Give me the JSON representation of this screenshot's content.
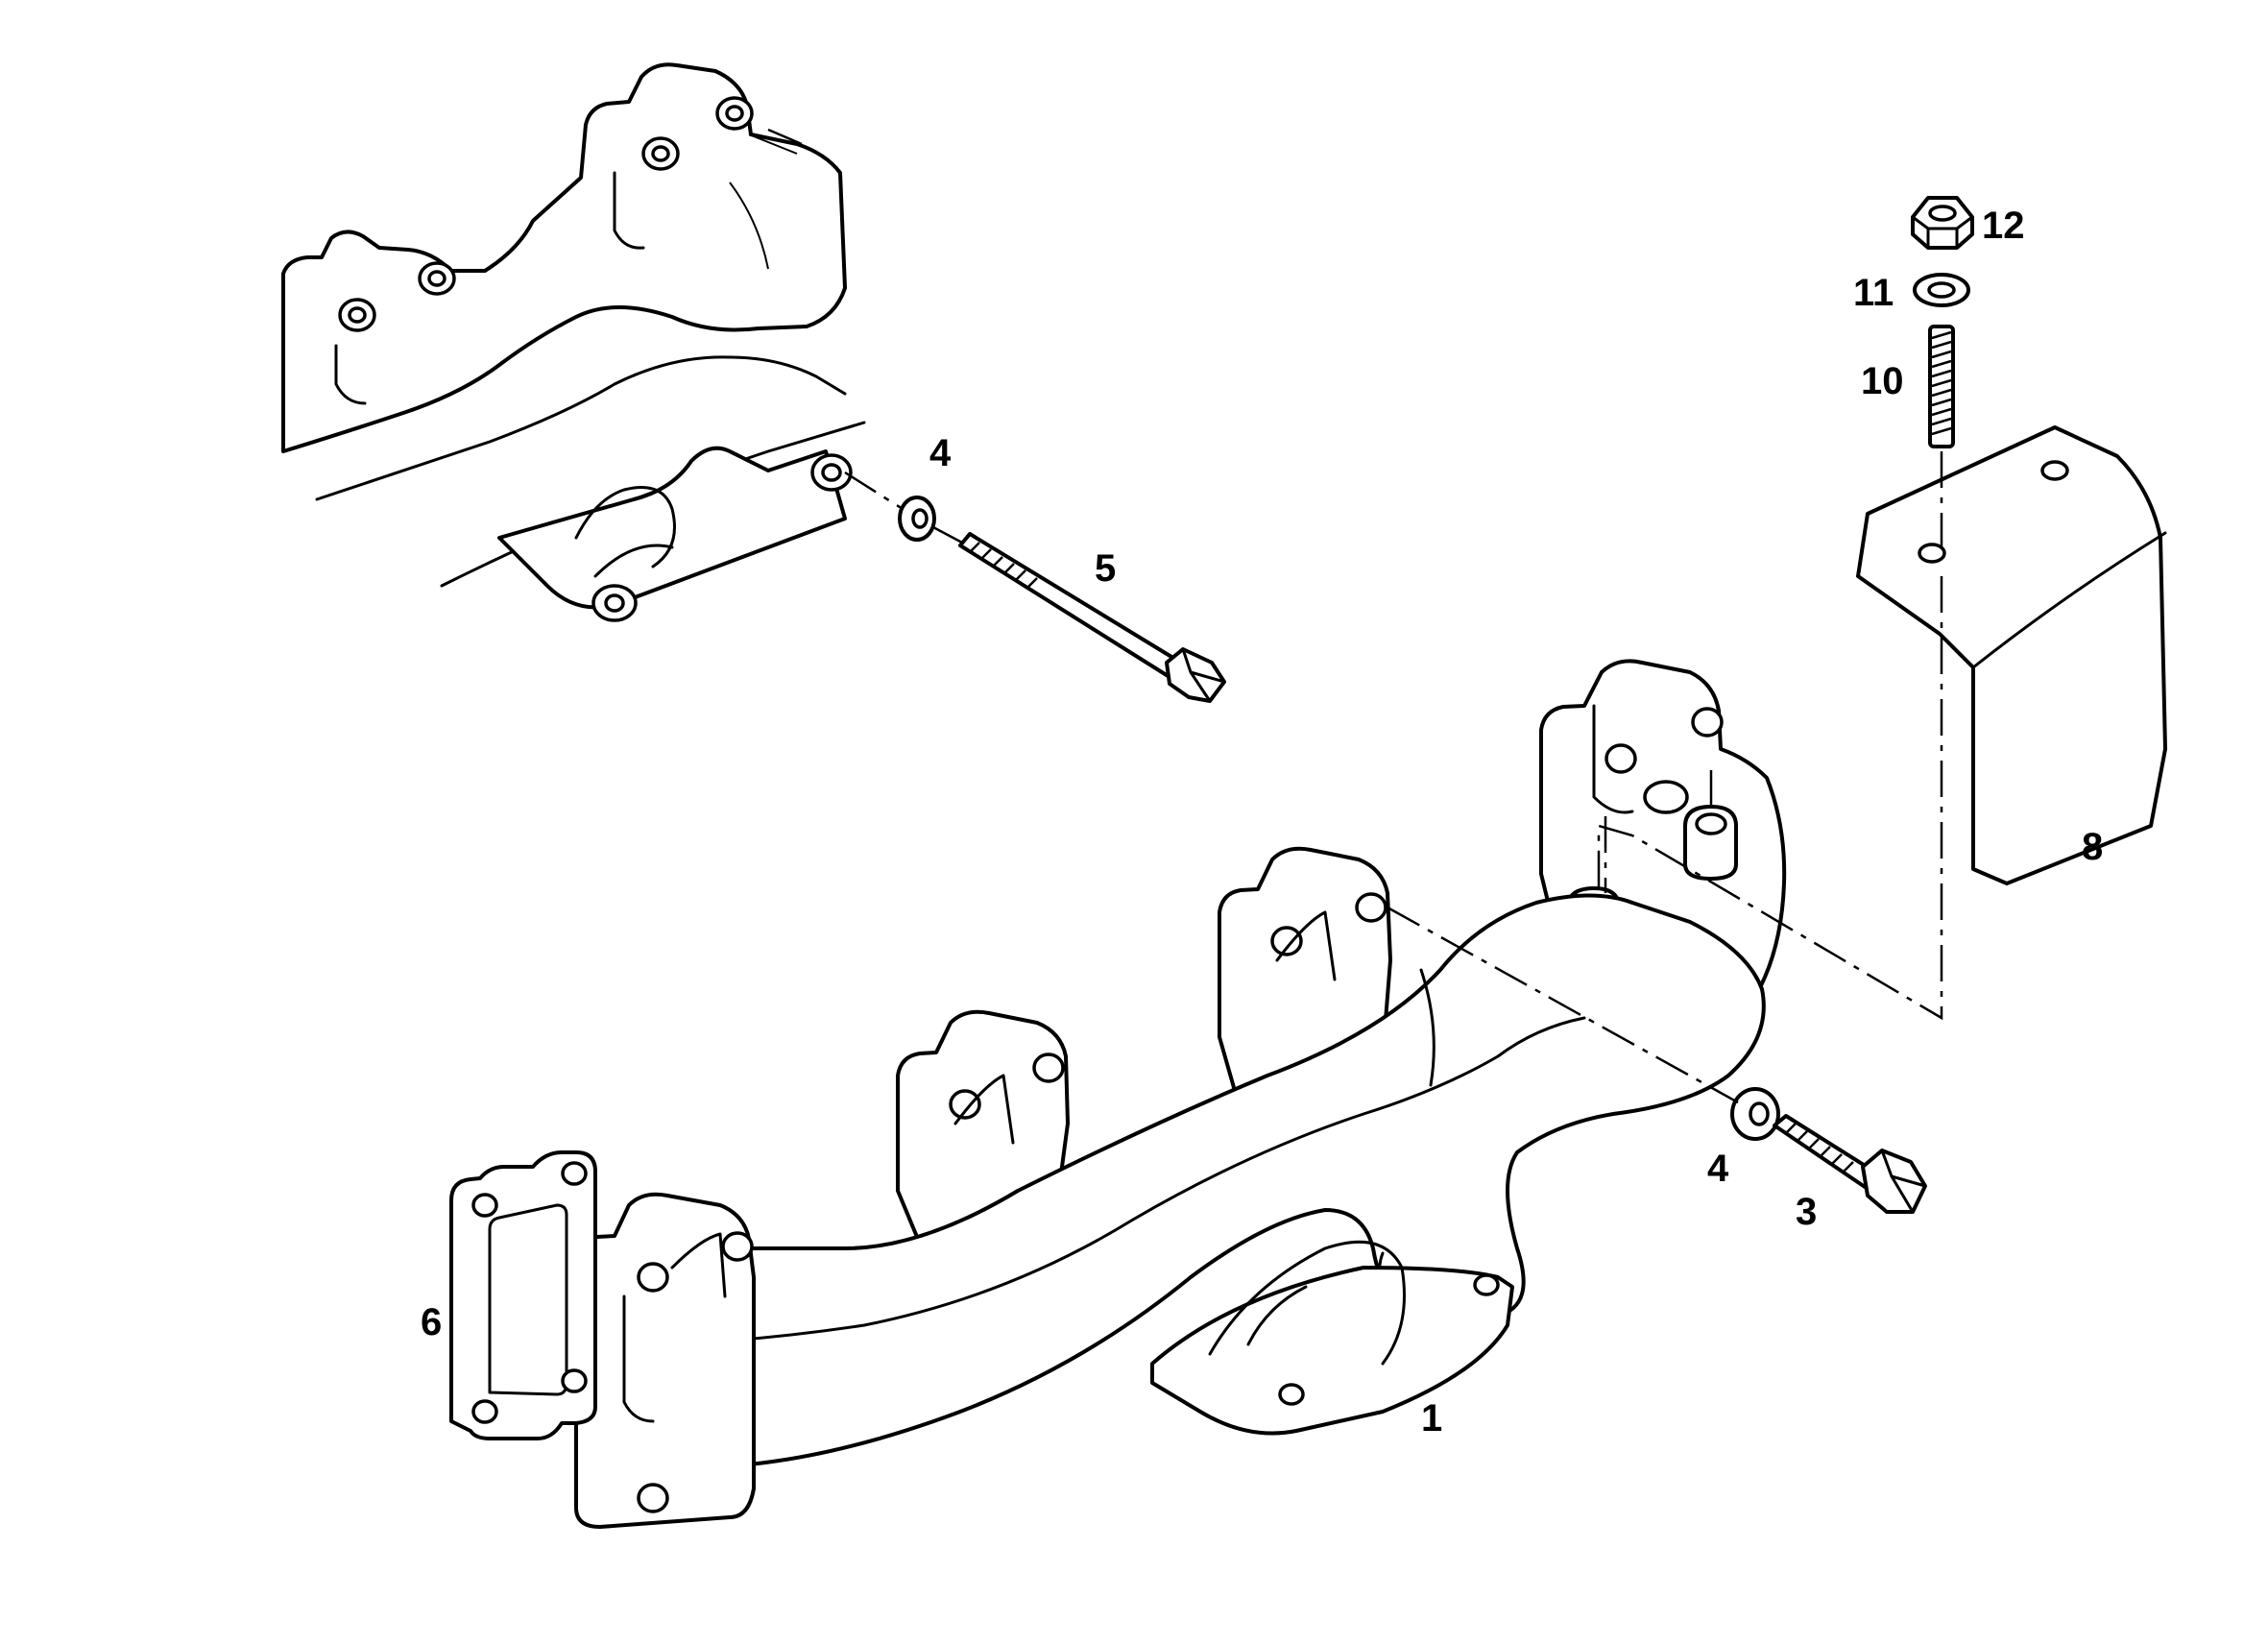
{
  "callouts": {
    "c1": "1",
    "c3": "3",
    "c4a": "4",
    "c4b": "4",
    "c5": "5",
    "c6": "6",
    "c8": "8",
    "c10": "10",
    "c11": "11",
    "c12": "12"
  }
}
